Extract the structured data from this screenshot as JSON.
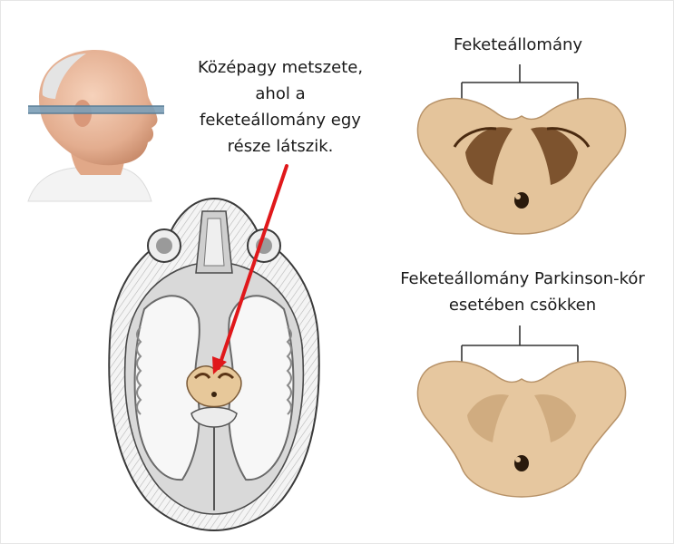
{
  "labels": {
    "section_label_line1": "Középagy metszete,",
    "section_label_line2": "ahol a",
    "section_label_line3": "feketeállomány egy",
    "section_label_line4": "része látszik.",
    "normal_title": "Feketeállomány",
    "parkinson_title_line1": "Feketeállomány Parkinson-kór",
    "parkinson_title_line2": "esetében csökken"
  },
  "colors": {
    "arrow": "#e0181b",
    "substantia_nigra_dark": "#5b3516",
    "midbrain_tissue": "#e7c89a"
  }
}
